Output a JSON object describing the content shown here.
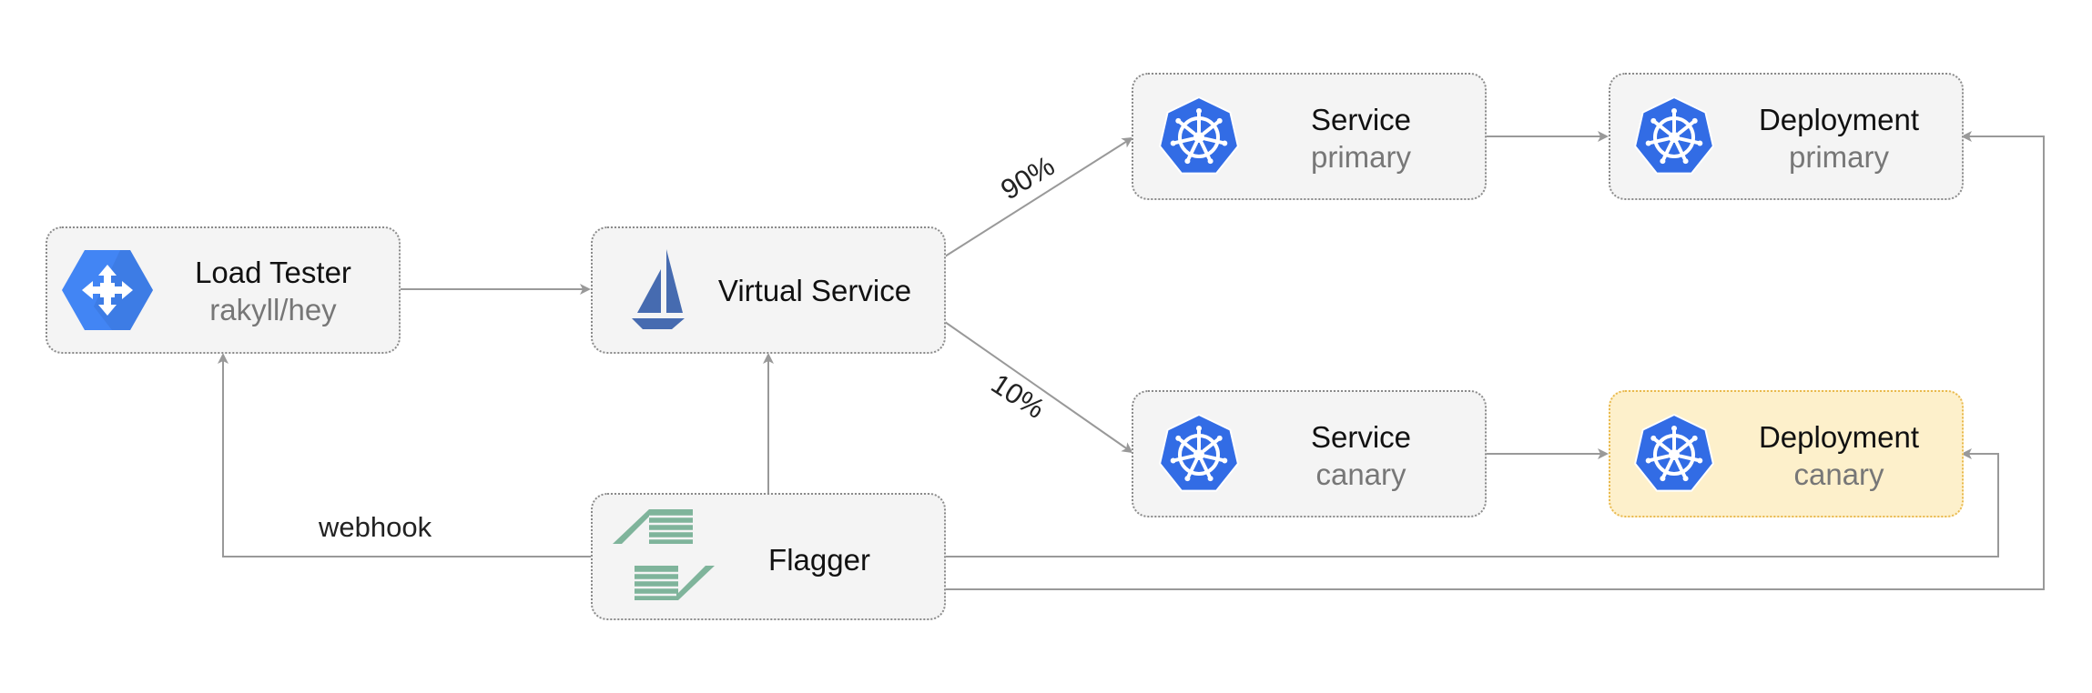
{
  "nodes": {
    "load_tester": {
      "title": "Load Tester",
      "subtitle": "rakyll/hey",
      "icon": "load-balancer-icon"
    },
    "virtual_service": {
      "title": "Virtual Service",
      "icon": "istio-sail-icon"
    },
    "flagger": {
      "title": "Flagger",
      "icon": "flagger-icon"
    },
    "service_primary": {
      "title": "Service",
      "subtitle": "primary",
      "icon": "kubernetes-wheel-icon"
    },
    "service_canary": {
      "title": "Service",
      "subtitle": "canary",
      "icon": "kubernetes-wheel-icon"
    },
    "deployment_primary": {
      "title": "Deployment",
      "subtitle": "primary",
      "icon": "kubernetes-wheel-icon"
    },
    "deployment_canary": {
      "title": "Deployment",
      "subtitle": "canary",
      "icon": "kubernetes-wheel-icon"
    }
  },
  "edges": {
    "to_primary_weight": "90%",
    "to_canary_weight": "10%",
    "webhook": "webhook"
  },
  "colors": {
    "node_fill": "#f4f4f4",
    "canary_fill": "#fdf0cb",
    "kubernetes_blue": "#326ce5",
    "gcp_blue": "#4285f4",
    "flagger_green": "#7fb49b",
    "arrow": "#999999"
  }
}
